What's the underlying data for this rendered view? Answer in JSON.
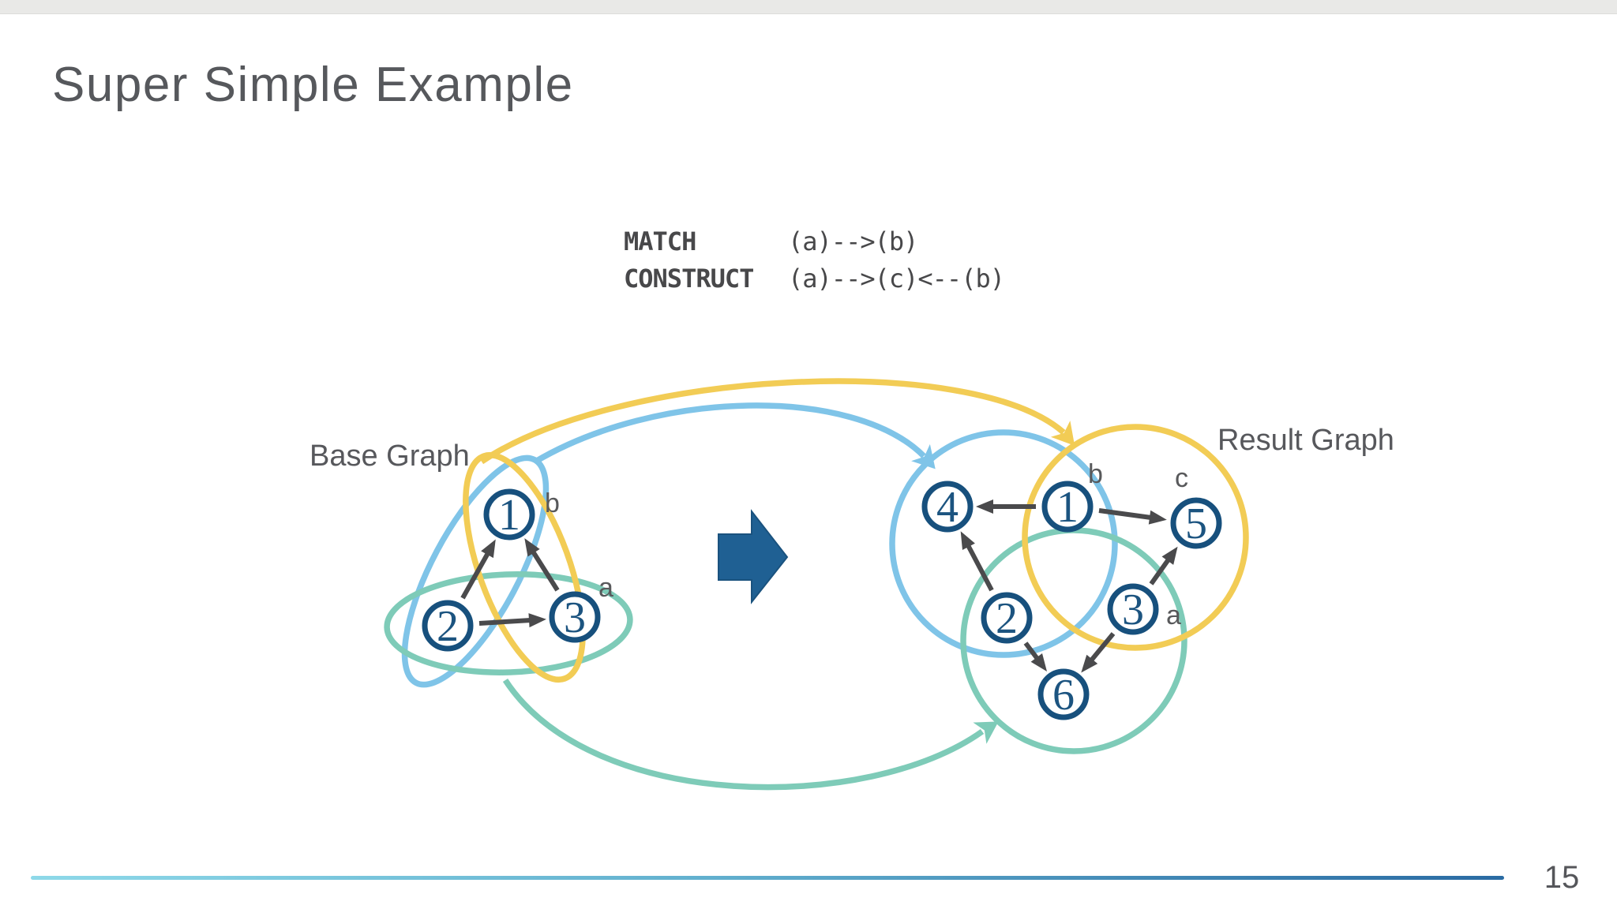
{
  "slide": {
    "title": "Super Simple Example",
    "page_number": "15"
  },
  "query": {
    "lines": [
      {
        "keyword": "MATCH",
        "pattern": "(a)-->(b)"
      },
      {
        "keyword": "CONSTRUCT",
        "pattern": "(a)-->(c)<--(b)"
      }
    ]
  },
  "base_graph": {
    "title": "Base Graph",
    "nodes": {
      "n1": "1",
      "n2": "2",
      "n3": "3"
    },
    "edge_labels": {
      "b": "b",
      "a": "a"
    },
    "edges": [
      "2→1",
      "3→1",
      "2→3"
    ]
  },
  "result_graph": {
    "title": "Result Graph",
    "nodes": {
      "n1": "1",
      "n2": "2",
      "n3": "3",
      "n4": "4",
      "n5": "5",
      "n6": "6"
    },
    "edge_labels": {
      "b": "b",
      "c": "c",
      "a": "a"
    },
    "edges": [
      "1→4",
      "1→5",
      "2→4",
      "3→5",
      "2→6",
      "3→6"
    ]
  },
  "colors": {
    "node_stroke": "#17507d",
    "edge_gray": "#4a4a4c",
    "group_blue": "#7fc4e8",
    "group_yellow": "#f2cc55",
    "group_teal": "#7ecbb8",
    "transform_arrow": "#1f6093",
    "footer_gradient_left": "#8ed9e9",
    "footer_gradient_right": "#2a6ba3",
    "top_bar": "#e9e9e7"
  }
}
